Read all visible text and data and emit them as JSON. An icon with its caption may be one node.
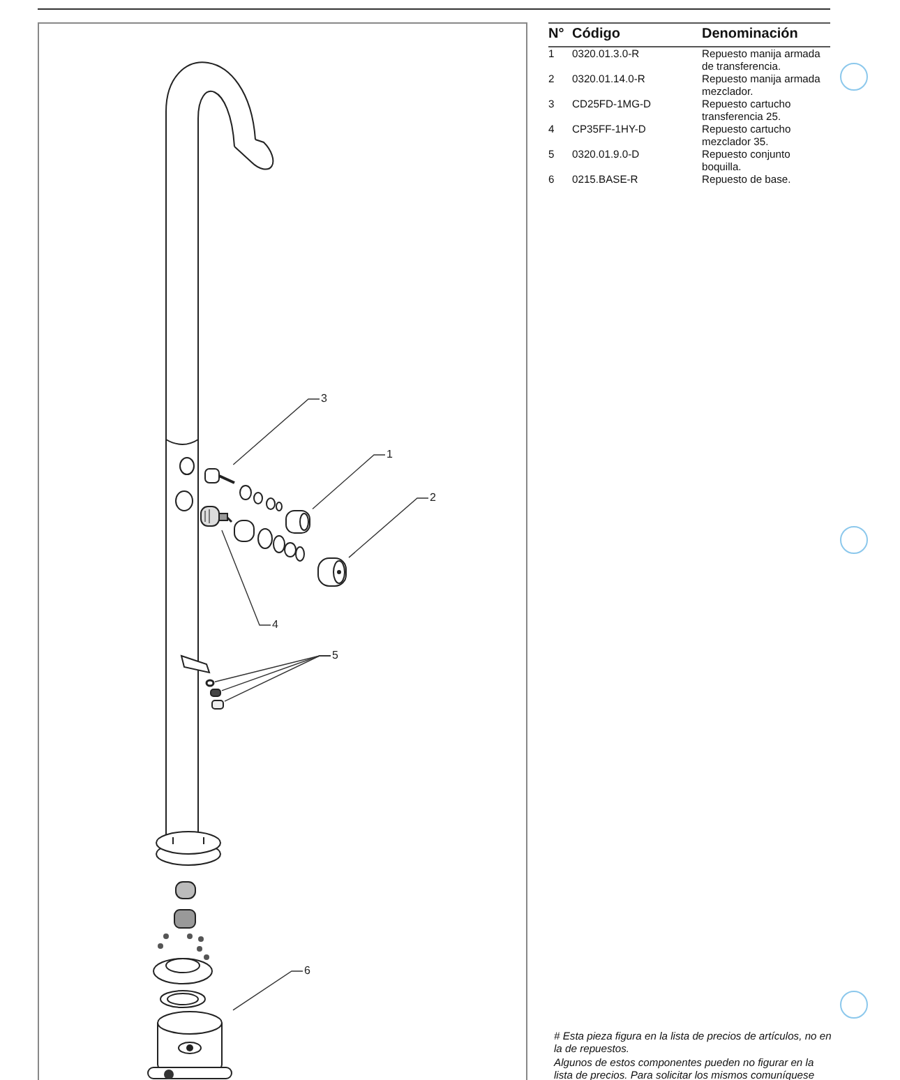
{
  "diagram": {
    "nodes": [
      {
        "text": [
          "3"
        ]
      },
      {
        "text": [
          "1"
        ]
      },
      {
        "text": [
          "2"
        ]
      },
      {
        "text": [
          "4"
        ]
      },
      {
        "text": [
          "5"
        ]
      },
      {
        "text": [
          "6"
        ]
      },
      {
        "text": [],
        "shape": "picture"
      },
      {
        "text": [],
        "shape": "picture"
      },
      {
        "text": [],
        "shape": "picture"
      },
      {
        "text": [],
        "shape": "picture"
      },
      {
        "text": [],
        "shape": "circle"
      },
      {
        "text": [],
        "shape": "box"
      },
      {
        "text": [],
        "shape": "box"
      },
      {
        "text": [],
        "shape": "picture"
      }
    ],
    "edges": [
      {
        "from": 0,
        "to": 6,
        "arrow": "none"
      },
      {
        "from": 1,
        "to": 7,
        "arrow": "none"
      },
      {
        "from": 2,
        "to": 8,
        "arrow": "none"
      },
      {
        "from": 3,
        "to": 9,
        "arrow": "none"
      },
      {
        "from": 4,
        "to": 10,
        "arrow": "none"
      },
      {
        "from": 4,
        "to": 11,
        "arrow": "none"
      },
      {
        "from": 4,
        "to": 12,
        "arrow": "none"
      },
      {
        "from": 5,
        "to": 13,
        "arrow": "none"
      }
    ],
    "labels": [
      "N°",
      "Código",
      "Denominación",
      "1",
      "0320.01.3.0-R",
      "Repuesto manija armada de transferencia.",
      "2",
      "0320.01.14.0-R",
      "Repuesto manija armada mezclador.",
      "3",
      "CD25FD-1MG-D",
      "Repuesto cartucho transferencia 25.",
      "4",
      "CP35FF-1HY-D",
      "Repuesto cartucho mezclador 35.",
      "5",
      "0320.01.9.0-D",
      "Repuesto conjunto boquilla.",
      "6",
      "0215.BASE-R",
      "Repuesto de base.",
      "# Esta pieza figura en la lista de precios de artículos, no en la de repuestos.",
      "Algunos de estos componentes pueden no figurar en la lista de precios. Para solicitar los mismos comuníquese"
    ]
  }
}
